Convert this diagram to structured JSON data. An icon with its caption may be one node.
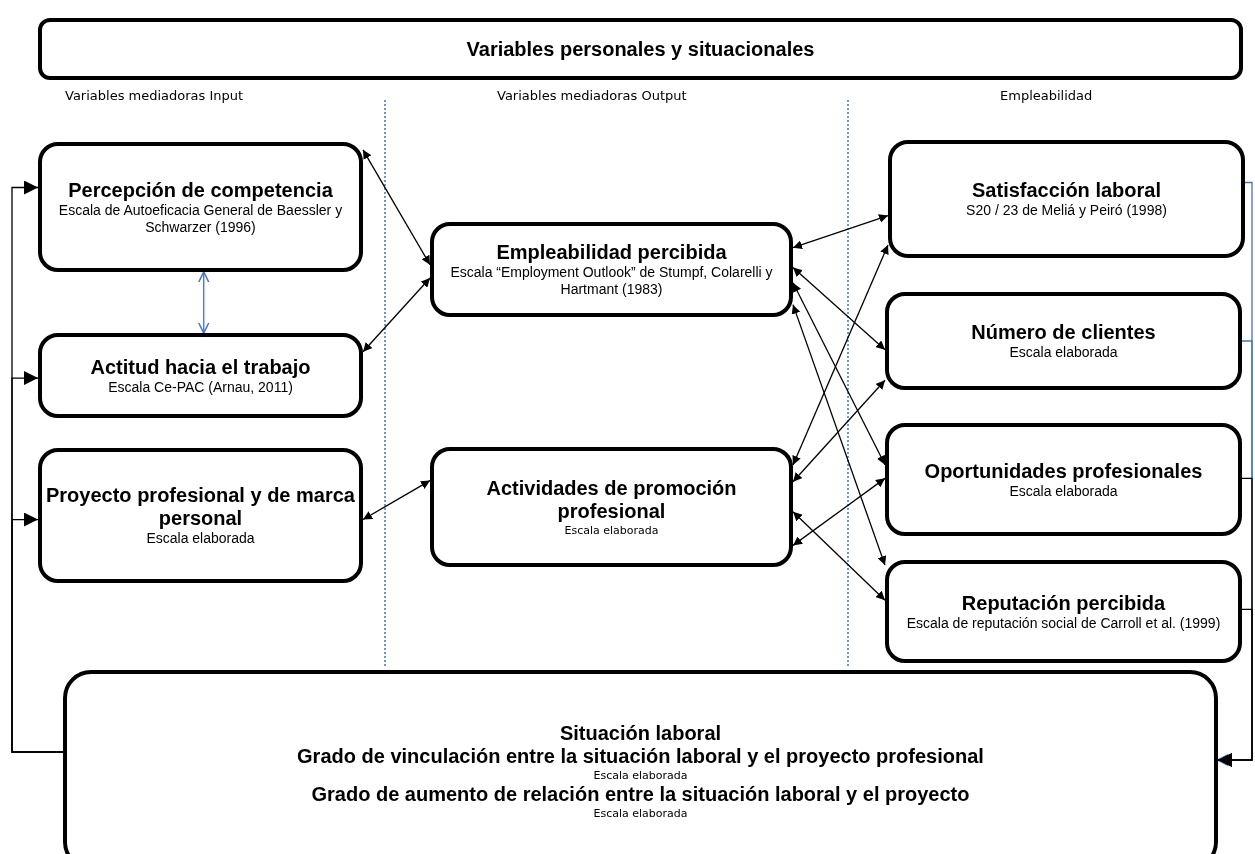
{
  "diagram": {
    "nodes": [
      {
        "text": [
          "Variables personales y situacionales"
        ]
      },
      {
        "text": [
          "Percepción de competencia",
          "Escala de Autoeficacia General de Baessler y Schwarzer (1996)"
        ]
      },
      {
        "text": [
          "Actitud hacia el trabajo",
          "Escala Ce-PAC (Arnau, 2011)"
        ]
      },
      {
        "text": [
          "Proyecto profesional y de marca personal",
          "Escala elaborada"
        ]
      },
      {
        "text": [
          "Empleabilidad percibida",
          "Escala “Employment Outlook” de Stumpf, Colarelli y Hartmant (1983)"
        ]
      },
      {
        "text": [
          "Actividades de promoción profesional",
          "Escala elaborada"
        ]
      },
      {
        "text": [
          "Satisfacción laboral",
          "S20 / 23 de Meliá y Peiró (1998)"
        ]
      },
      {
        "text": [
          "Número de clientes",
          "Escala elaborada"
        ]
      },
      {
        "text": [
          "Oportunidades profesionales",
          "Escala elaborada"
        ]
      },
      {
        "text": [
          "Reputación percibida",
          "Escala de reputación social de Carroll et al. (1999)"
        ]
      },
      {
        "text": [
          "Situación laboral",
          "Grado de vinculación entre la situación laboral y el proyecto profesional",
          "Escala elaborada",
          "Grado de aumento de relación entre la situación laboral y el proyecto",
          "Escala elaborada"
        ]
      }
    ],
    "edges": [
      {
        "from": 1,
        "to": 4,
        "arrow": "both"
      },
      {
        "from": 2,
        "to": 4,
        "arrow": "both"
      },
      {
        "from": 1,
        "to": 2,
        "arrow": "both",
        "color": "#4472c4"
      },
      {
        "from": 3,
        "to": 5,
        "arrow": "both"
      },
      {
        "from": 4,
        "to": 6,
        "arrow": "both"
      },
      {
        "from": 4,
        "to": 7,
        "arrow": "both"
      },
      {
        "from": 4,
        "to": 8,
        "arrow": "both"
      },
      {
        "from": 4,
        "to": 9,
        "arrow": "both"
      },
      {
        "from": 5,
        "to": 6,
        "arrow": "both"
      },
      {
        "from": 5,
        "to": 7,
        "arrow": "both"
      },
      {
        "from": 5,
        "to": 8,
        "arrow": "both"
      },
      {
        "from": 5,
        "to": 9,
        "arrow": "both"
      },
      {
        "from": 6,
        "to": 10,
        "arrow": "to",
        "color": "#4472c4"
      },
      {
        "from": 7,
        "to": 10,
        "arrow": "to",
        "color": "#4472c4"
      },
      {
        "from": 8,
        "to": 10,
        "arrow": "to"
      },
      {
        "from": 9,
        "to": 10,
        "arrow": "to"
      },
      {
        "from": 10,
        "to": 1,
        "arrow": "to"
      },
      {
        "from": 10,
        "to": 2,
        "arrow": "to"
      },
      {
        "from": 10,
        "to": 3,
        "arrow": "to"
      }
    ],
    "labels": [
      "Variables mediadoras Input",
      "Variables mediadoras Output",
      "Empleabilidad"
    ]
  }
}
